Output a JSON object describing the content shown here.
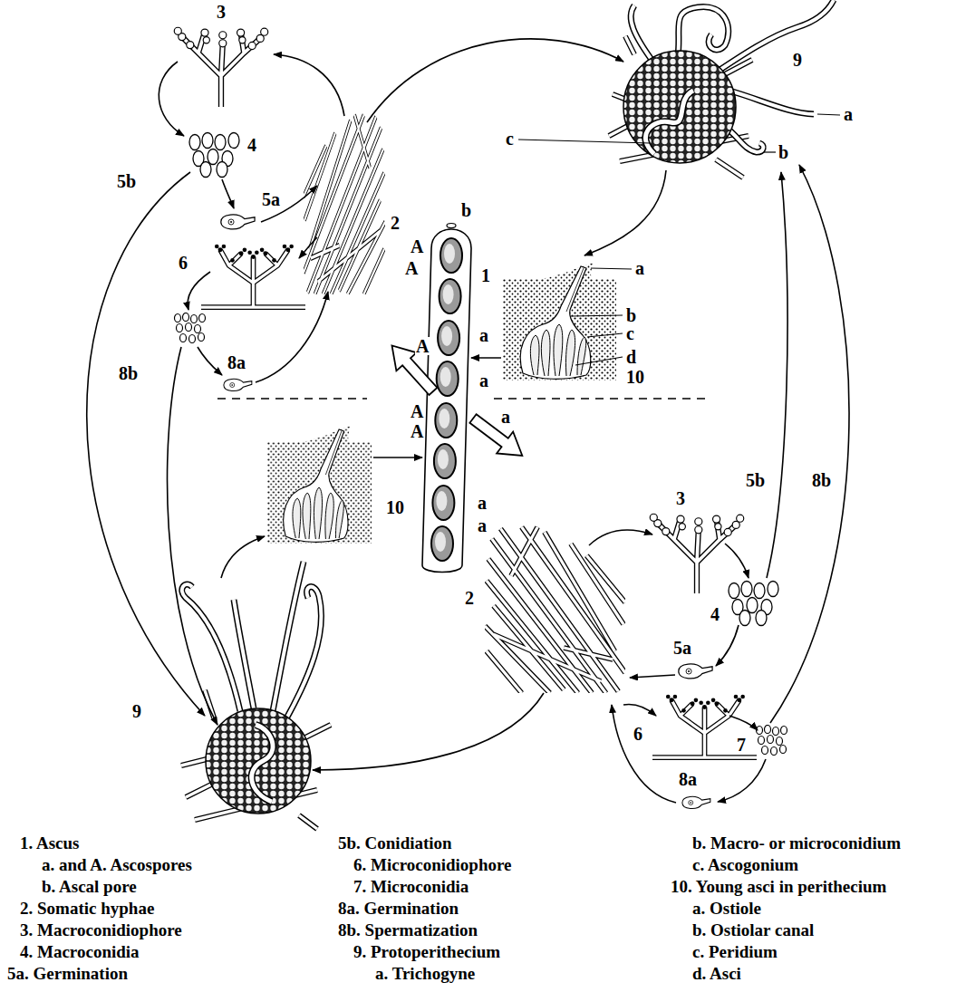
{
  "diagram": {
    "labels": [
      "3",
      "4",
      "5b",
      "5a",
      "2",
      "6",
      "8b",
      "8a",
      "9",
      "a",
      "b",
      "c",
      "b",
      "A",
      "A",
      "1",
      "a",
      "a",
      "A",
      "A",
      "A",
      "a",
      "a",
      "a",
      "a",
      "b",
      "c",
      "d",
      "10",
      "10",
      "9",
      "3",
      "4",
      "5b",
      "8b",
      "5a",
      "2",
      "6",
      "7",
      "8a",
      "1. Ascus",
      "a. and A. Ascospores",
      "b. Ascal pore",
      "2. Somatic hyphae",
      "3. Macroconidiophore",
      "4. Macroconidia",
      "5a. Germination",
      "5b. Conidiation",
      "6. Microconidiophore",
      "7. Microconidia",
      "8a. Germination",
      "8b. Spermatization",
      "9. Protoperithecium",
      "a. Trichogyne",
      "b. Macro- or microconidium",
      "c. Ascogonium",
      "10. Young asci in perithecium",
      "a. Ostiole",
      "b. Ostiolar canal",
      "c. Peridium",
      "d. Asci"
    ]
  }
}
